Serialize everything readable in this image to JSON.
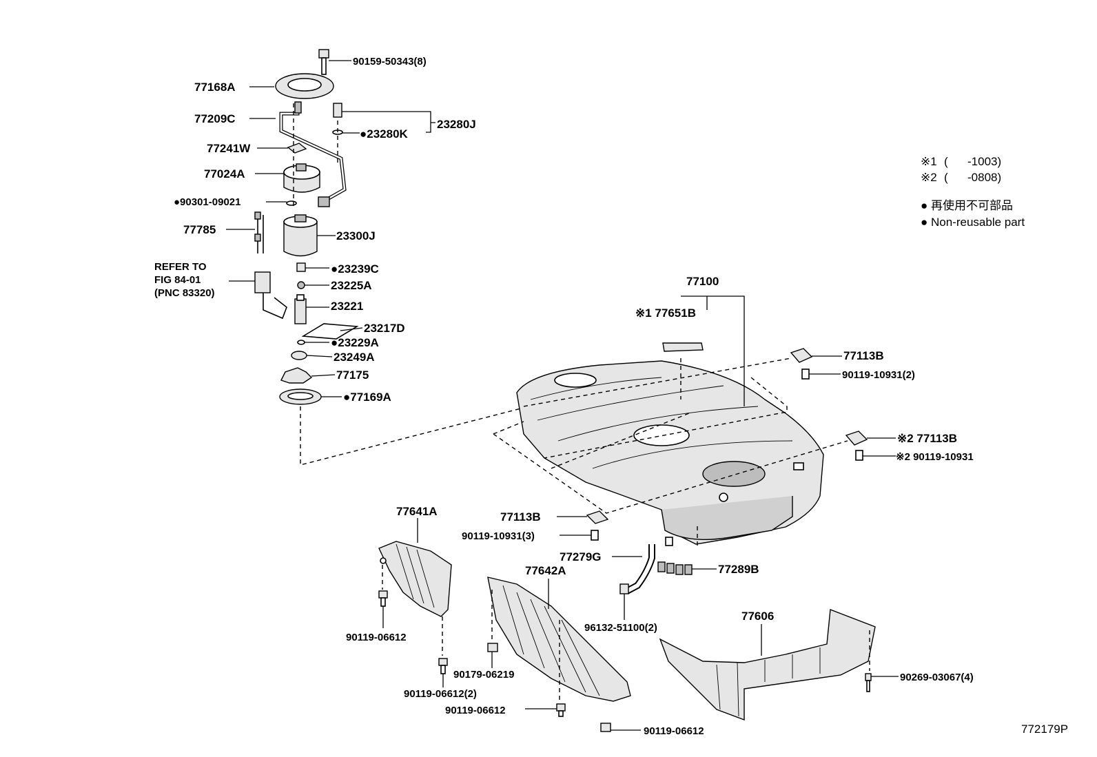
{
  "legend": {
    "note1_symbol": "※1",
    "note1_range": "(      -1003)",
    "note2_symbol": "※2",
    "note2_range": "(      -0808)",
    "dot_jp": "● 再使用不可部品",
    "dot_en": "● Non-reusable part"
  },
  "labels": {
    "p90159": "90159-50343(8)",
    "p77168A": "77168A",
    "p77209C": "77209C",
    "p23280J": "23280J",
    "p23280K": "●23280K",
    "p77241W": "77241W",
    "p77024A": "77024A",
    "p90301": "●90301-09021",
    "p77785": "77785",
    "p23300J": "23300J",
    "refer1": "REFER TO",
    "refer2": "FIG 84-01",
    "refer3": "(PNC 83320)",
    "p23239C": "●23239C",
    "p23225A": "23225A",
    "p23221": "23221",
    "p23217D": "23217D",
    "p23229A": "●23229A",
    "p23249A": "23249A",
    "p77175": "77175",
    "p77169A": "●77169A",
    "p77100": "77100",
    "p77651B": "※1 77651B",
    "p77113B_top": "77113B",
    "p90119_10931_2": "90119-10931(2)",
    "p77113B_mid": "※2 77113B",
    "p90119_10931": "※2 90119-10931",
    "p77113B_low": "77113B",
    "p90119_10931_3": "90119-10931(3)",
    "p77641A": "77641A",
    "p77279G": "77279G",
    "p77289B": "77289B",
    "p77642A": "77642A",
    "p96132": "96132-51100(2)",
    "p77606": "77606",
    "p90119_06612_a": "90119-06612",
    "p90179": "90179-06219",
    "p90119_06612_2": "90119-06612(2)",
    "p90119_06612_b": "90119-06612",
    "p90269": "90269-03067(4)",
    "p90119_06612_c": "90119-06612",
    "figure_id": "772179P"
  }
}
